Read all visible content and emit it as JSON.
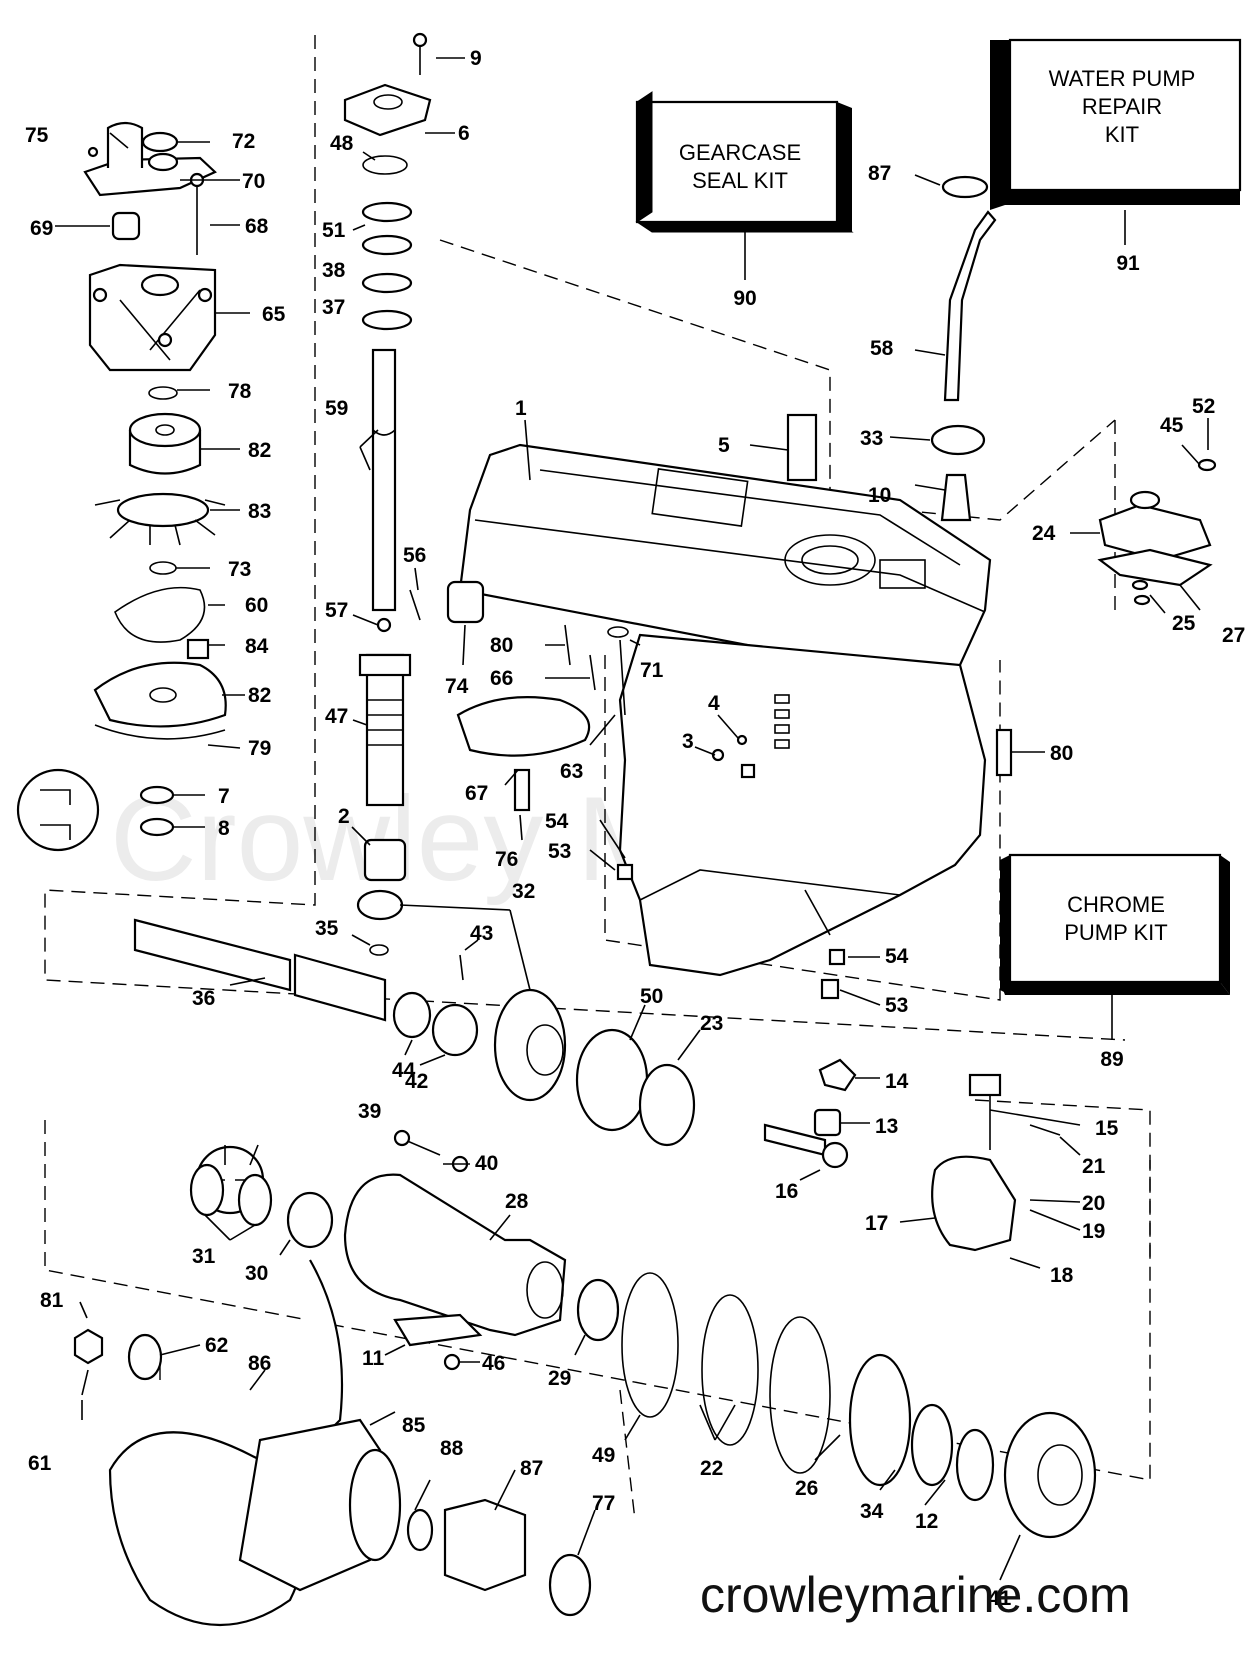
{
  "watermark": "Crowley Marine",
  "website": "crowleymarine.com",
  "kits": [
    {
      "id": "kit-90",
      "lines": [
        "GEARCASE",
        "SEAL KIT"
      ],
      "number": "90"
    },
    {
      "id": "kit-91",
      "lines": [
        "WATER PUMP",
        "REPAIR",
        "KIT"
      ],
      "number": "91"
    },
    {
      "id": "kit-89",
      "lines": [
        "CHROME",
        "PUMP KIT"
      ],
      "number": "89"
    }
  ],
  "callouts": [
    "1",
    "2",
    "3",
    "4",
    "5",
    "6",
    "7",
    "8",
    "9",
    "10",
    "11",
    "12",
    "13",
    "14",
    "15",
    "16",
    "17",
    "18",
    "19",
    "20",
    "21",
    "22",
    "23",
    "24",
    "25",
    "26",
    "27",
    "28",
    "29",
    "30",
    "31",
    "32",
    "33",
    "34",
    "35",
    "36",
    "37",
    "38",
    "39",
    "40",
    "41",
    "42",
    "43",
    "44",
    "45",
    "46",
    "47",
    "48",
    "49",
    "50",
    "51",
    "52",
    "53",
    "54",
    "56",
    "57",
    "58",
    "59",
    "60",
    "61",
    "62",
    "63",
    "65",
    "66",
    "67",
    "68",
    "69",
    "70",
    "71",
    "72",
    "73",
    "74",
    "75",
    "76",
    "77",
    "78",
    "79",
    "80",
    "81",
    "82",
    "83",
    "84",
    "85",
    "86",
    "87",
    "88",
    "53b",
    "54b",
    "80b",
    "82b"
  ]
}
